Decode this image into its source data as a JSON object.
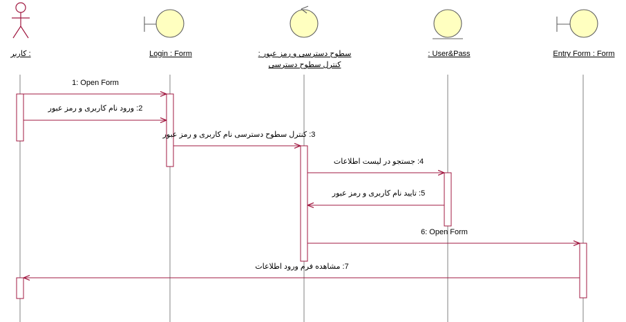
{
  "objects": [
    {
      "type": "actor",
      "name": ": کاربر"
    },
    {
      "type": "boundary",
      "name": "Login : Form"
    },
    {
      "type": "control",
      "name": ": کنترل سطوح دسترسی",
      "name_line1": "سطوح دسترسی و رمز عبور :",
      "name_line2": "کنترل سطوح دسترسی"
    },
    {
      "type": "entity",
      "name": ": User&Pass"
    },
    {
      "type": "boundary",
      "name": "Entry Form : Form"
    }
  ],
  "messages": [
    {
      "n": "1",
      "text": "1: Open Form"
    },
    {
      "n": "2",
      "text": "2: ورود نام کاربری و رمز عبور"
    },
    {
      "n": "3",
      "text": "3: کنترل سطوح دسترسی نام کاربری و رمز عبور"
    },
    {
      "n": "4",
      "text": "4: جستجو در لیست اطلاعات"
    },
    {
      "n": "5",
      "text": "5: تایید نام کاربری و رمز عبور"
    },
    {
      "n": "6",
      "text": "6: Open Form"
    },
    {
      "n": "7",
      "text": "7: مشاهده فرم ورود اطلاعات"
    }
  ],
  "colors": {
    "lifeline": "#808080",
    "shape_fill": "#ffffc0",
    "actor_stroke": "#a01840",
    "arrow": "#a01840",
    "activation_stroke": "#a01840"
  }
}
